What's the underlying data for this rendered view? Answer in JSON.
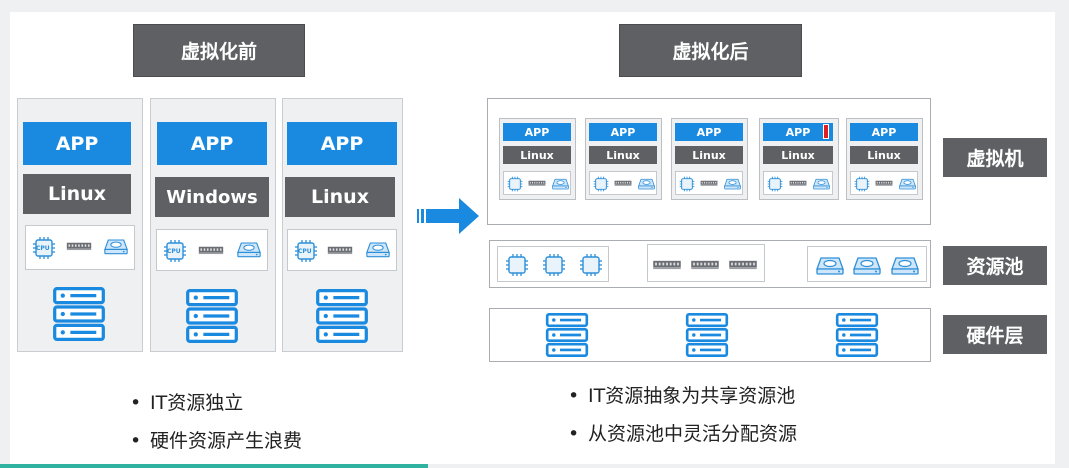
{
  "before": {
    "title": "虚拟化前",
    "columns": [
      {
        "app": "APP",
        "os": "Linux"
      },
      {
        "app": "APP",
        "os": "Windows"
      },
      {
        "app": "APP",
        "os": "Linux"
      }
    ],
    "bullets": [
      "IT资源独立",
      "硬件资源产生浪费"
    ]
  },
  "after": {
    "title": "虚拟化后",
    "vms": [
      {
        "app": "APP",
        "os": "Linux"
      },
      {
        "app": "APP",
        "os": "Linux"
      },
      {
        "app": "APP",
        "os": "Linux"
      },
      {
        "app": "APP",
        "os": "Linux"
      },
      {
        "app": "APP",
        "os": "Linux"
      }
    ],
    "layers": {
      "vm": "虚拟机",
      "pool": "资源池",
      "hardware": "硬件层"
    },
    "bullets": [
      "IT资源抽象为共享资源池",
      "从资源池中灵活分配资源"
    ]
  },
  "icons": {
    "cpu_label": "CPU"
  },
  "colors": {
    "accent": "#1a8ae0",
    "dark": "#5e6063",
    "panel": "#eef0f2"
  }
}
